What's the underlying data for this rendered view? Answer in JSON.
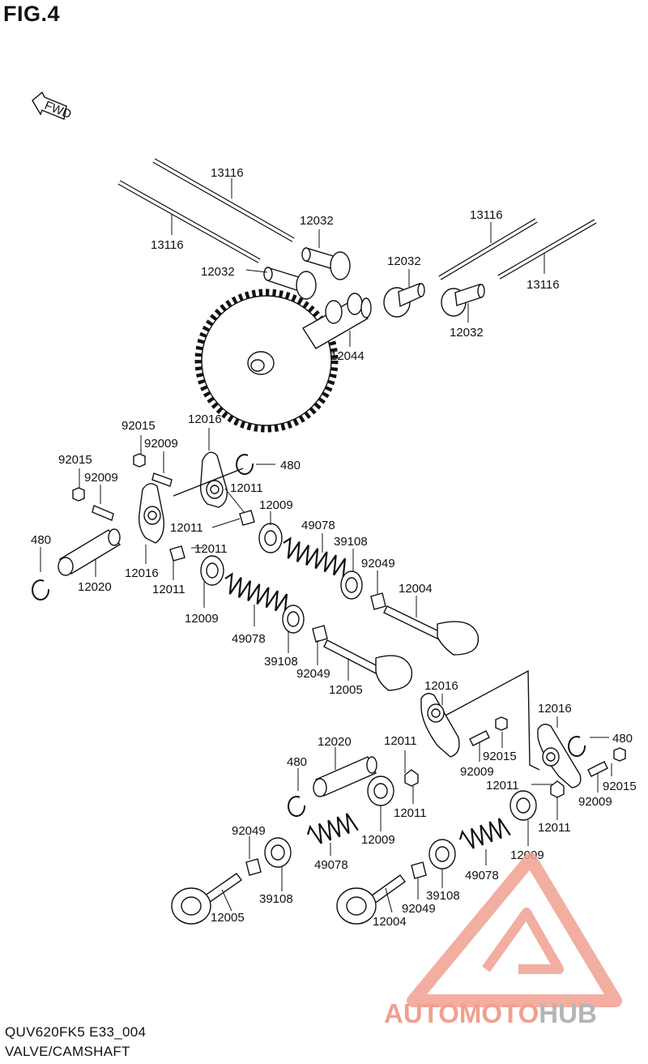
{
  "figure_title": "FIG.4",
  "fwd_label": "FWD",
  "footer": {
    "code": "QUV620FK5 E33_004",
    "name": "VALVE/CAMSHAFT"
  },
  "watermark": {
    "part1": "AUTOMOTO",
    "part2": "HUB",
    "color_primary": "#f0a090",
    "color_secondary": "#b5b5b5"
  },
  "parts": [
    {
      "id": "p1",
      "label": "13116"
    },
    {
      "id": "p2",
      "label": "13116"
    },
    {
      "id": "p3",
      "label": "12032"
    },
    {
      "id": "p4",
      "label": "12032"
    },
    {
      "id": "p5",
      "label": "13116"
    },
    {
      "id": "p6",
      "label": "12032"
    },
    {
      "id": "p7",
      "label": "13116"
    },
    {
      "id": "p8",
      "label": "12032"
    },
    {
      "id": "p9",
      "label": "12044"
    },
    {
      "id": "p10",
      "label": "92015"
    },
    {
      "id": "p11",
      "label": "12016"
    },
    {
      "id": "p12",
      "label": "92009"
    },
    {
      "id": "p13",
      "label": "92015"
    },
    {
      "id": "p14",
      "label": "92009"
    },
    {
      "id": "p15",
      "label": "480"
    },
    {
      "id": "p16",
      "label": "12011"
    },
    {
      "id": "p17",
      "label": "12009"
    },
    {
      "id": "p18",
      "label": "480"
    },
    {
      "id": "p19",
      "label": "12011"
    },
    {
      "id": "p20",
      "label": "49078"
    },
    {
      "id": "p21",
      "label": "12011"
    },
    {
      "id": "p22",
      "label": "39108"
    },
    {
      "id": "p23",
      "label": "12020"
    },
    {
      "id": "p24",
      "label": "12016"
    },
    {
      "id": "p25",
      "label": "12011"
    },
    {
      "id": "p26",
      "label": "92049"
    },
    {
      "id": "p27",
      "label": "12004"
    },
    {
      "id": "p28",
      "label": "12009"
    },
    {
      "id": "p29",
      "label": "49078"
    },
    {
      "id": "p30",
      "label": "39108"
    },
    {
      "id": "p31",
      "label": "92049"
    },
    {
      "id": "p32",
      "label": "12005"
    },
    {
      "id": "p33",
      "label": "12016"
    },
    {
      "id": "p34",
      "label": "12016"
    },
    {
      "id": "p35",
      "label": "12020"
    },
    {
      "id": "p36",
      "label": "12011"
    },
    {
      "id": "p37",
      "label": "92015"
    },
    {
      "id": "p38",
      "label": "480"
    },
    {
      "id": "p39",
      "label": "480"
    },
    {
      "id": "p40",
      "label": "92009"
    },
    {
      "id": "p41",
      "label": "12011"
    },
    {
      "id": "p42",
      "label": "92015"
    },
    {
      "id": "p43",
      "label": "12011"
    },
    {
      "id": "p44",
      "label": "92009"
    },
    {
      "id": "p45",
      "label": "92049"
    },
    {
      "id": "p46",
      "label": "12009"
    },
    {
      "id": "p47",
      "label": "12011"
    },
    {
      "id": "p48",
      "label": "49078"
    },
    {
      "id": "p49",
      "label": "12009"
    },
    {
      "id": "p50",
      "label": "39108"
    },
    {
      "id": "p51",
      "label": "49078"
    },
    {
      "id": "p52",
      "label": "12005"
    },
    {
      "id": "p53",
      "label": "39108"
    },
    {
      "id": "p54",
      "label": "92049"
    },
    {
      "id": "p55",
      "label": "12004"
    }
  ]
}
